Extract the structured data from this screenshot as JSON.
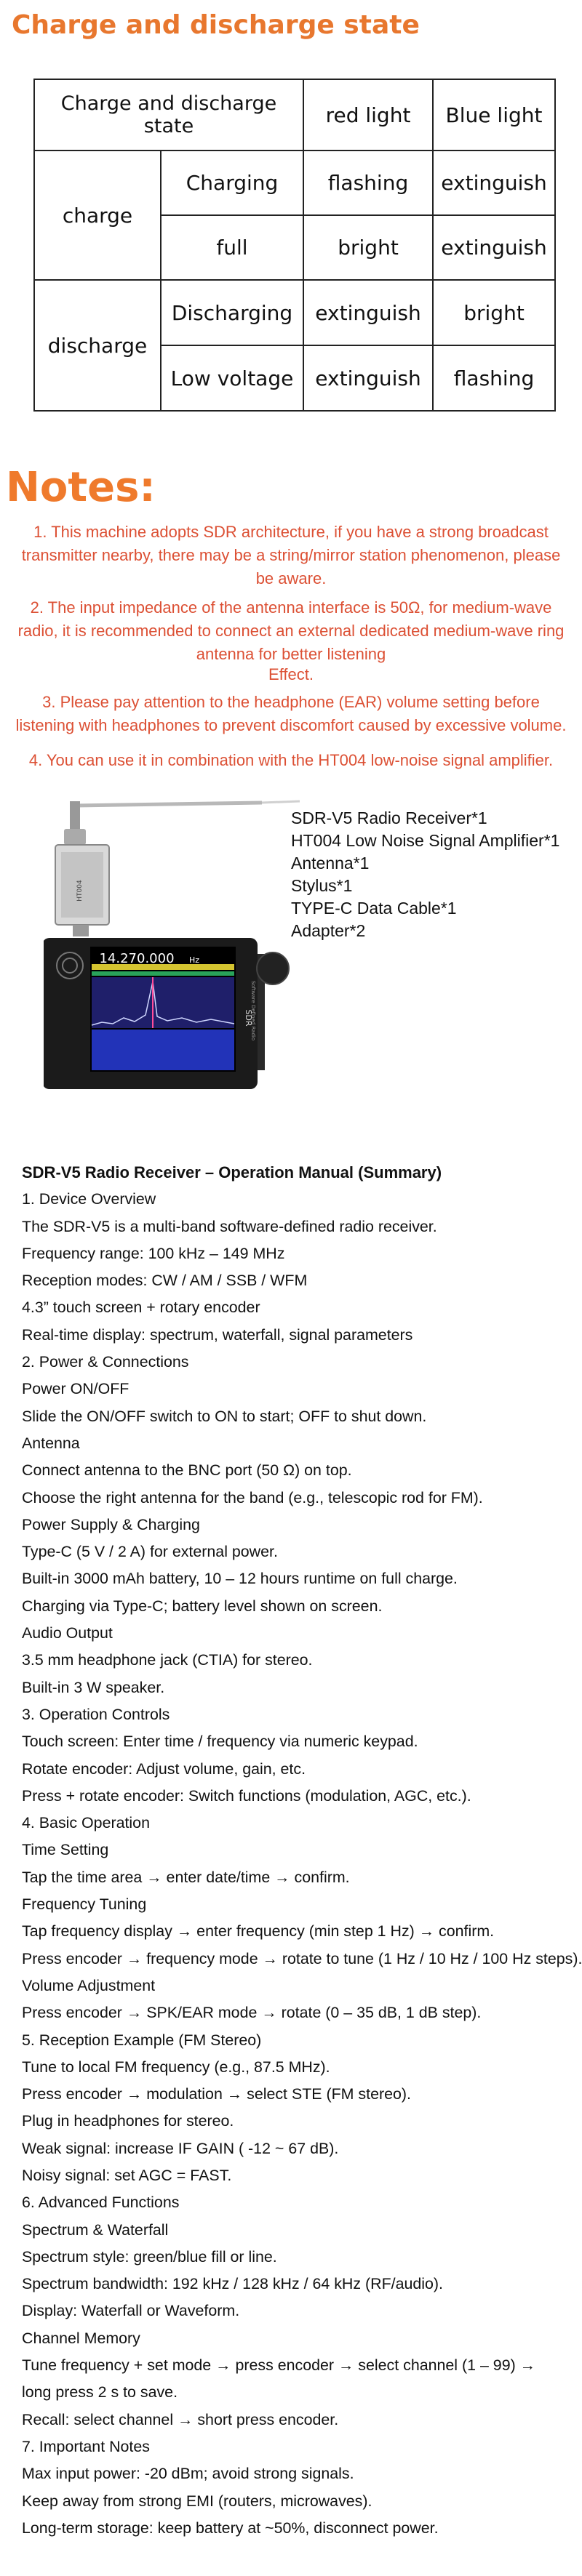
{
  "section_title": "Charge and discharge state",
  "table": {
    "header": [
      "Charge and discharge state",
      "red light",
      "Blue light"
    ],
    "groups": [
      {
        "label": "charge",
        "rows": [
          {
            "state": "Charging",
            "red": "flashing",
            "blue": "extinguish"
          },
          {
            "state": "full",
            "red": "bright",
            "blue": "extinguish"
          }
        ]
      },
      {
        "label": "discharge",
        "rows": [
          {
            "state": "Discharging",
            "red": "extinguish",
            "blue": "bright"
          },
          {
            "state": "Low voltage",
            "red": "extinguish",
            "blue": "flashing"
          }
        ]
      }
    ]
  },
  "notes": {
    "heading": "Notes:",
    "lines": [
      "1. This machine adopts SDR architecture, if you have a strong broadcast",
      "transmitter nearby, there may be a string/mirror station phenomenon, please",
      "be aware.",
      "2. The input impedance of the antenna interface is 50Ω, for medium-wave",
      "radio, it is recommended to connect an external dedicated medium-wave ring",
      "antenna for better listening",
      "Effect.",
      "3. Please pay attention to the headphone (EAR) volume setting before",
      "listening with headphones to prevent discomfort caused by excessive volume.",
      "4. You can use it in combination with the HT004 low-noise signal amplifier."
    ]
  },
  "package": [
    "SDR-V5 Radio Receiver*1",
    "HT004 Low Noise Signal Amplifier*1",
    "Antenna*1",
    "Stylus*1",
    "TYPE-C Data Cable*1",
    "Adapter*2"
  ],
  "device": {
    "frequency": "14.270.000",
    "unit": "Hz",
    "side_label": "SDR",
    "brand_text": "Software Defined Radio",
    "amp_label": "HT004"
  },
  "manual": {
    "title": "SDR-V5 Radio Receiver – Operation Manual (Summary)",
    "lines": [
      "1. Device Overview",
      "The SDR‑V5 is a multi‑band software‑defined radio receiver.",
      "Frequency range: 100 kHz – 149 MHz",
      "Reception modes: CW / AM / SSB / WFM",
      "4.3” touch screen + rotary encoder",
      "Real‑time display: spectrum, waterfall, signal parameters",
      "2. Power & Connections",
      "Power ON/OFF",
      "Slide the ON/OFF switch to ON to start; OFF to shut down.",
      "Antenna",
      "Connect antenna to the BNC port (50 Ω) on top.",
      "Choose the right antenna for the band (e.g., telescopic rod for FM).",
      "Power Supply & Charging",
      "Type‑C (5 V / 2 A) for external power.",
      "Built‑in 3000 mAh battery, 10 – 12 hours runtime on full charge.",
      "Charging via Type‑C; battery level shown on screen.",
      "Audio Output",
      "3.5 mm headphone jack (CTIA) for stereo.",
      "Built‑in 3 W speaker.",
      "3. Operation Controls",
      "Touch screen: Enter time / frequency via numeric keypad.",
      "Rotate encoder: Adjust volume, gain, etc.",
      "Press + rotate encoder: Switch functions (modulation, AGC, etc.).",
      "4. Basic Operation",
      "Time Setting",
      "Tap the time area → enter date/time → confirm.",
      "Frequency Tuning",
      "Tap frequency display → enter frequency (min step 1 Hz) → confirm.",
      "Press encoder → frequency mode → rotate to tune (1 Hz / 10 Hz / 100 Hz steps).",
      "Volume Adjustment",
      "Press encoder → SPK/EAR mode → rotate (0 – 35 dB, 1 dB step).",
      "5. Reception Example (FM Stereo)",
      "Tune to local FM frequency (e.g., 87.5 MHz).",
      "Press encoder → modulation → select STE (FM stereo).",
      "Plug in headphones for stereo.",
      "Weak signal: increase IF GAIN ( ‑12 ~ 67 dB).",
      "Noisy signal: set AGC = FAST.",
      "6. Advanced Functions",
      "Spectrum & Waterfall",
      "Spectrum style: green/blue fill or line.",
      "Spectrum bandwidth: 192 kHz / 128 kHz / 64 kHz (RF/audio).",
      "Display: Waterfall or Waveform.",
      "Channel Memory",
      "Tune frequency + set mode → press encoder → select channel (1 – 99) →",
      "long press 2 s to save.",
      "Recall: select channel → short press encoder.",
      "7. Important Notes",
      "Max input power: ‑20 dBm; avoid strong signals.",
      "Keep away from strong EMI (routers, microwaves).",
      "Long‑term storage: keep battery at ~50%, disconnect power."
    ]
  },
  "colors": {
    "accent": "#e8772e",
    "notes_text": "#dc5034"
  }
}
